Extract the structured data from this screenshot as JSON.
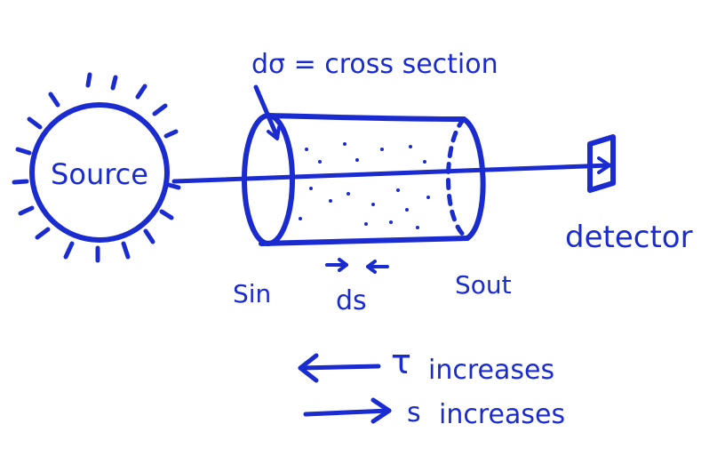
{
  "ink_color": "#1a2bd0",
  "labels": {
    "source": "Source",
    "cross_section": "dσ = cross section",
    "detector": "detector",
    "s_in": "Sin",
    "ds": "ds",
    "s_out": "Sout",
    "tau_symbol": "τ",
    "tau_increases": "increases",
    "s_symbol": "s",
    "s_increases": "increases"
  }
}
